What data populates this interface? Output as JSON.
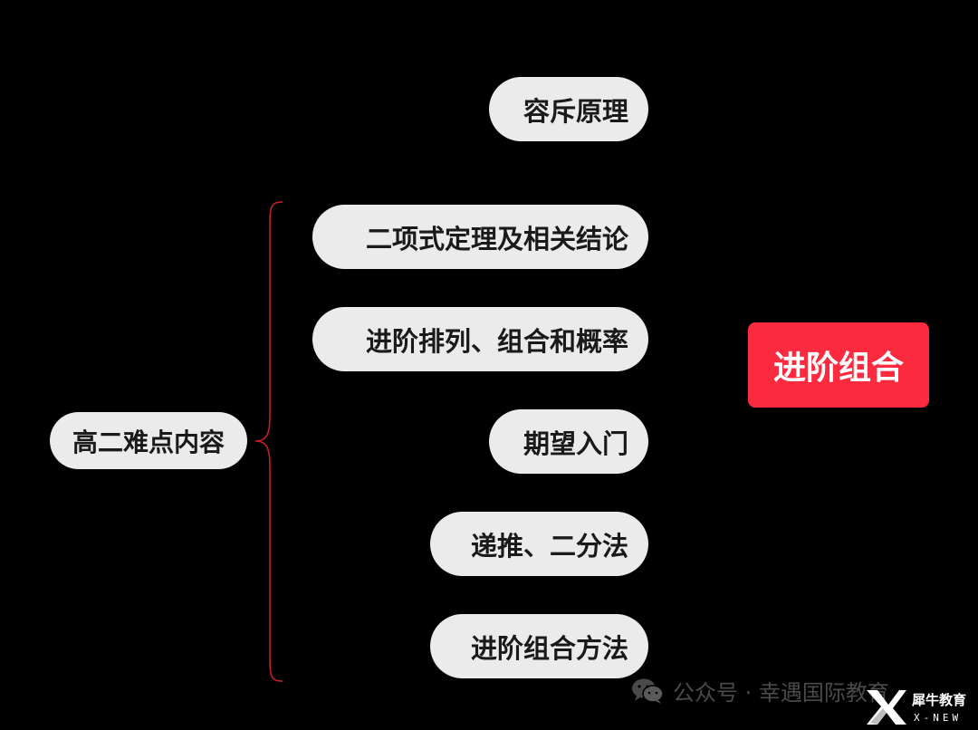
{
  "mindmap": {
    "root": "高二难点内容",
    "branches": [
      "容斥原理",
      "二项式定理及相关结论",
      "进阶排列、组合和概率",
      "期望入门",
      "递推、二分法",
      "进阶组合方法"
    ],
    "highlight": "进阶组合"
  },
  "watermark": {
    "text": "公众号 · 幸遇国际教育",
    "icon": "wechat-icon"
  },
  "logo": {
    "name": "犀牛教育",
    "tagline": "X-NEW"
  },
  "colors": {
    "background": "#000000",
    "pill": "#ebebeb",
    "accent": "#fb2a3e",
    "brace": "#c81e28"
  }
}
